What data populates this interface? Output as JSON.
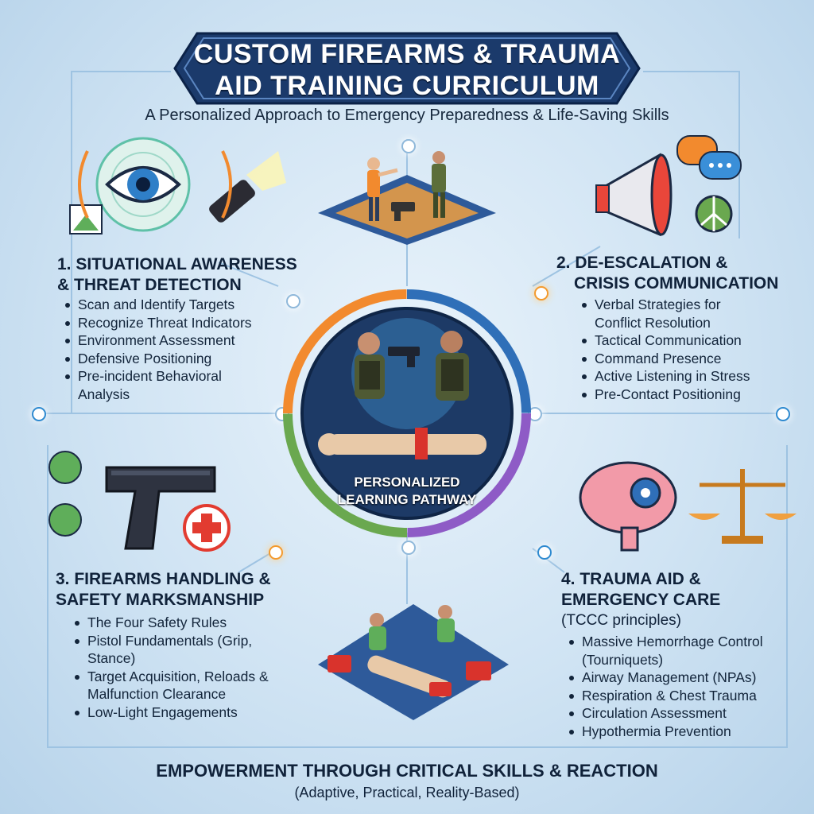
{
  "header": {
    "title_line1": "CUSTOM FIREARMS & TRAUMA",
    "title_line2": "AID TRAINING CURRICULUM",
    "subtitle": "A Personalized Approach to Emergency Preparedness & Life-Saving Skills"
  },
  "center": {
    "label_line1": "PERSONALIZED",
    "label_line2": "LEARNING PATHWAY",
    "ring_colors": [
      "#f28a2e",
      "#2f6fb8",
      "#6aa84f",
      "#8e5bc6"
    ]
  },
  "sections": [
    {
      "title_line1": "1. SITUATIONAL AWARENESS",
      "title_line2": "& THREAT DETECTION",
      "items": [
        "Scan and Identify Targets",
        "Recognize Threat Indicators",
        "Environment Assessment",
        "Defensive Positioning",
        "Pre-incident Behavioral Analysis"
      ]
    },
    {
      "title_line1": "2. DE-ESCALATION &",
      "title_line2": "CRISIS COMMUNICATION",
      "items": [
        "Verbal Strategies for Conflict Resolution",
        "Tactical Communication",
        "Command Presence",
        "Active Listening in Stress",
        "Pre-Contact Positioning"
      ]
    },
    {
      "title_line1": "3. FIREARMS HANDLING &",
      "title_line2": "SAFETY MARKSMANSHIP",
      "items": [
        "The Four Safety Rules",
        "Pistol Fundamentals (Grip, Stance)",
        "Target Acquisition, Reloads & Malfunction Clearance",
        "Low-Light Engagements"
      ]
    },
    {
      "title_line1": "4. TRAUMA AID &",
      "title_line2": "EMERGENCY CARE",
      "title_line3": "(TCCC principles)",
      "items": [
        "Massive Hemorrhage Control (Tourniquets)",
        "Airway Management (NPAs)",
        "Respiration & Chest Trauma",
        "Circulation Assessment",
        "Hypothermia Prevention"
      ]
    }
  ],
  "icons": {
    "section1": [
      "eye-icon",
      "flashlight-icon",
      "radar-icon"
    ],
    "section2": [
      "megaphone-icon",
      "speech-bubble-icon",
      "peace-icon"
    ],
    "section3": [
      "pistol-icon",
      "medical-cross-icon",
      "hand-icon"
    ],
    "section4": [
      "brain-icon",
      "gear-icon",
      "scales-icon"
    ]
  },
  "footer": {
    "title": "EMPOWERMENT THROUGH CRITICAL SKILLS & REACTION",
    "subtitle": "(Adaptive, Practical, Reality-Based)"
  }
}
